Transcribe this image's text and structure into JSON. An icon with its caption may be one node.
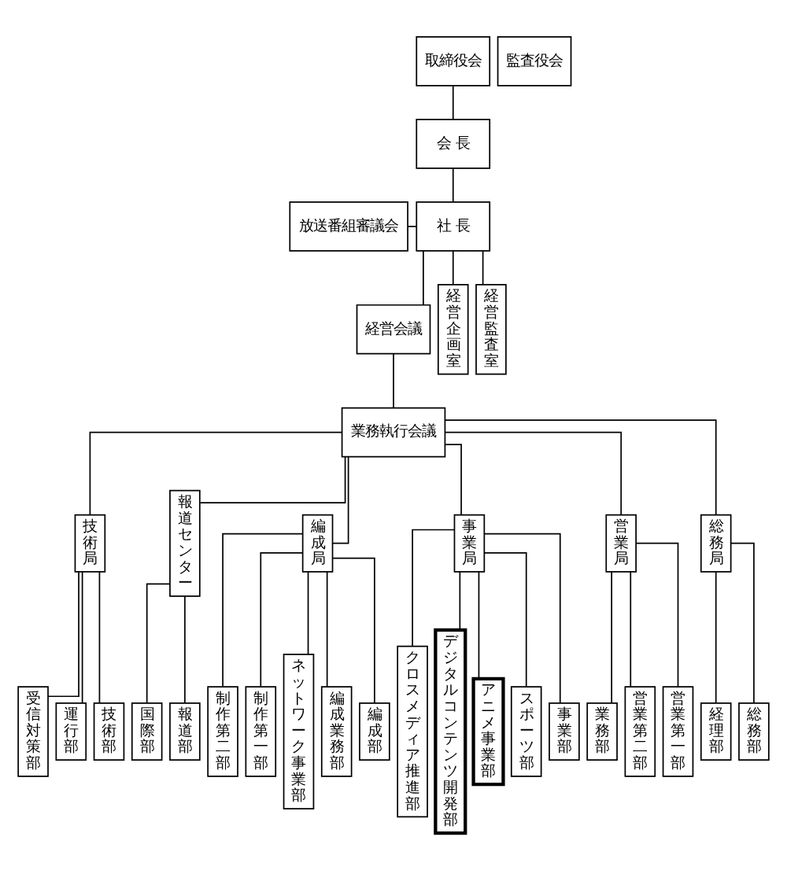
{
  "diagram": {
    "nodes": [
      {
        "text": [
          "取締役会"
        ]
      },
      {
        "text": [
          "会 長"
        ]
      },
      {
        "text": [
          "社 長"
        ]
      },
      {
        "text": [
          "放送番組審議会"
        ]
      },
      {
        "text": [
          "監査役会"
        ]
      },
      {
        "text": [
          "経営会議"
        ]
      },
      {
        "text": [
          "業務執行会議"
        ]
      },
      {
        "text": [
          "技術局"
        ]
      },
      {
        "text": [
          "報道センター"
        ]
      },
      {
        "text": [
          "編成局"
        ]
      },
      {
        "text": [
          "事業局"
        ]
      },
      {
        "text": [
          "営業局"
        ]
      },
      {
        "text": [
          "総務局"
        ]
      },
      {
        "text": [
          "経営企画室"
        ]
      },
      {
        "text": [
          "経営監査室"
        ]
      },
      {
        "text": [
          "受信対策部"
        ]
      },
      {
        "text": [
          "運行部"
        ]
      },
      {
        "text": [
          "技術部"
        ]
      },
      {
        "text": [
          "国際部"
        ]
      },
      {
        "text": [
          "報道部"
        ]
      },
      {
        "text": [
          "制作第二部"
        ]
      },
      {
        "text": [
          "制作第一部"
        ]
      },
      {
        "text": [
          "ネットワーク事業部"
        ]
      },
      {
        "text": [
          "編成業務部"
        ]
      },
      {
        "text": [
          "編成部"
        ]
      },
      {
        "text": [
          "クロスメディア推進部"
        ]
      },
      {
        "text": [
          "デジタルコンテンツ開発部"
        ]
      },
      {
        "text": [
          "アニメ事業部"
        ]
      },
      {
        "text": [
          "スポーツ部"
        ]
      },
      {
        "text": [
          "事業部"
        ]
      },
      {
        "text": [
          "業務部"
        ]
      },
      {
        "text": [
          "営業第二部"
        ]
      },
      {
        "text": [
          "営業第一部"
        ]
      },
      {
        "text": [
          "経理部"
        ]
      },
      {
        "text": [
          "総務部"
        ]
      }
    ],
    "edges": [
      {
        "from": 0,
        "to": 1,
        "arrow": "none"
      },
      {
        "from": 1,
        "to": 2,
        "arrow": "none"
      },
      {
        "from": 3,
        "to": 2,
        "arrow": "none"
      },
      {
        "from": 2,
        "to": 5,
        "arrow": "none"
      },
      {
        "from": 2,
        "to": 13,
        "arrow": "none"
      },
      {
        "from": 2,
        "to": 14,
        "arrow": "none"
      },
      {
        "from": 5,
        "to": 6,
        "arrow": "none"
      },
      {
        "from": 6,
        "to": 7,
        "arrow": "none"
      },
      {
        "from": 6,
        "to": 8,
        "arrow": "none"
      },
      {
        "from": 6,
        "to": 9,
        "arrow": "none"
      },
      {
        "from": 6,
        "to": 10,
        "arrow": "none"
      },
      {
        "from": 6,
        "to": 11,
        "arrow": "none"
      },
      {
        "from": 6,
        "to": 12,
        "arrow": "none"
      },
      {
        "from": 7,
        "to": 15,
        "arrow": "none"
      },
      {
        "from": 7,
        "to": 16,
        "arrow": "none"
      },
      {
        "from": 7,
        "to": 17,
        "arrow": "none"
      },
      {
        "from": 8,
        "to": 18,
        "arrow": "none"
      },
      {
        "from": 8,
        "to": 19,
        "arrow": "none"
      },
      {
        "from": 9,
        "to": 20,
        "arrow": "none"
      },
      {
        "from": 9,
        "to": 21,
        "arrow": "none"
      },
      {
        "from": 9,
        "to": 22,
        "arrow": "none"
      },
      {
        "from": 9,
        "to": 23,
        "arrow": "none"
      },
      {
        "from": 9,
        "to": 24,
        "arrow": "none"
      },
      {
        "from": 10,
        "to": 25,
        "arrow": "none"
      },
      {
        "from": 10,
        "to": 26,
        "arrow": "none"
      },
      {
        "from": 10,
        "to": 27,
        "arrow": "none"
      },
      {
        "from": 10,
        "to": 28,
        "arrow": "none"
      },
      {
        "from": 10,
        "to": 29,
        "arrow": "none"
      },
      {
        "from": 11,
        "to": 30,
        "arrow": "none"
      },
      {
        "from": 11,
        "to": 31,
        "arrow": "none"
      },
      {
        "from": 11,
        "to": 32,
        "arrow": "none"
      },
      {
        "from": 12,
        "to": 33,
        "arrow": "none"
      },
      {
        "from": 12,
        "to": 34,
        "arrow": "none"
      }
    ]
  }
}
